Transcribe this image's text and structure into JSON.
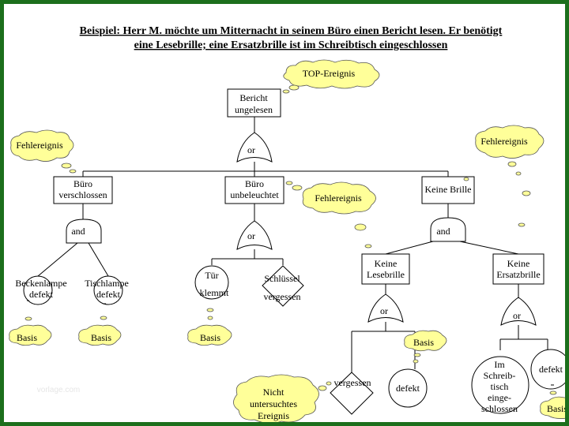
{
  "title": {
    "line1": "Beispiel: Herr M. möchte um Mitternacht in seinem Büro einen Bericht lesen. Er benötigt",
    "line2": "eine Lesebrille; eine Ersatzbrille ist im Schreibtisch eingeschlossen"
  },
  "clouds": {
    "top": "TOP-Ereignis",
    "fehler_left": "Fehlereignis",
    "fehler_right": "Fehlereignis",
    "fehler_mid": "Fehlereignis",
    "basis1": "Basis",
    "basis2": "Basis",
    "basis3": "Basis",
    "basis4": "Basis",
    "basis5": "Basis",
    "nicht_l1": "Nicht",
    "nicht_l2": "untersuchtes",
    "nicht_l3": "Ereignis"
  },
  "events": {
    "bericht_l1": "Bericht",
    "bericht_l2": "ungelesen",
    "buero_l1": "Büro",
    "buero_l2": "verschlossen",
    "unbel_l1": "Büro",
    "unbel_l2": "unbeleuchtet",
    "keine_brille": "Keine Brille",
    "lesebrille_l1": "Keine",
    "lesebrille_l2": "Lesebrille",
    "ersatz_l1": "Keine",
    "ersatz_l2": "Ersatzbrille"
  },
  "gates": {
    "g_top": "or",
    "g_buero": "and",
    "g_unbel": "or",
    "g_brille": "and",
    "g_lese": "or",
    "g_ersatz": "or"
  },
  "basics": {
    "beck_l1": "Beckenlampe",
    "beck_l2": "defekt",
    "tisch_l1": "Tischlampe",
    "tisch_l2": "defekt",
    "tuer_l1": "Tür",
    "tuer_l2": "klemmt",
    "lese_defekt": "defekt",
    "im_l1": "Im",
    "im_l2": "Schreib-",
    "im_l3": "tisch",
    "im_l4": "einge-",
    "im_l5": "schlossen",
    "ersatz_defekt": "defekt"
  },
  "undeveloped": {
    "schl_l1": "Schlüssel",
    "schl_l2": "vergessen",
    "vergessen": "vergessen"
  },
  "watermark": "vorlage.com"
}
